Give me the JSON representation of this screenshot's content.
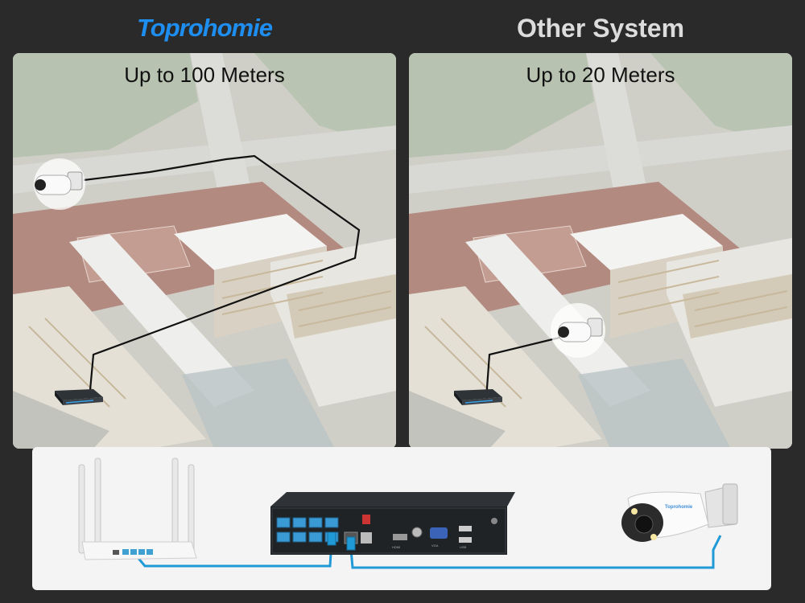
{
  "header": {
    "brand_name": "Toprohomie",
    "other_title": "Other System"
  },
  "left_panel": {
    "range_label": "Up to 100 Meters"
  },
  "right_panel": {
    "range_label": "Up to 20 Meters"
  },
  "devices": {
    "camera_brand": "Toprohomie",
    "nvr_port_labels": [
      "HDMI",
      "VGA",
      "USB"
    ]
  },
  "colors": {
    "brand_blue": "#1e8ff0",
    "cable_blue": "#1f9ad6",
    "background": "#2a2a2a"
  }
}
